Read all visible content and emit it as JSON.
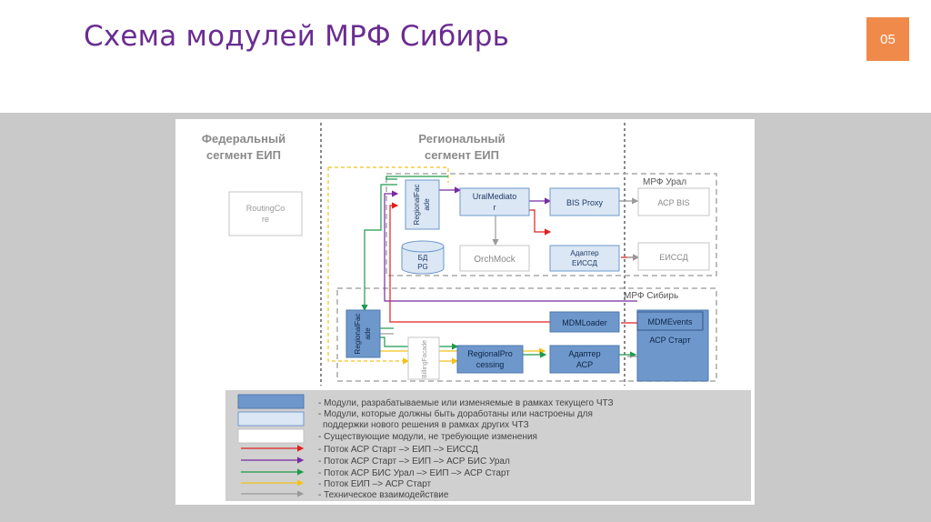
{
  "slide": {
    "title": "Схема модулей МРФ Сибирь",
    "page_number": "05"
  },
  "colors": {
    "title": "#6a2c91",
    "badge": "#f08a4b",
    "band": "#c9c9c9",
    "module_dark": "#6e98cc",
    "module_light": "#dbe7f4",
    "flow_red": "#e02020",
    "flow_purple": "#7a2aa0",
    "flow_green": "#1f9a4c",
    "flow_yellow": "#f2c21a",
    "flow_gray": "#9a9a9a"
  },
  "segments": {
    "federal": [
      "Федеральный",
      "сегмент ЕИП"
    ],
    "regional": [
      "Региональный",
      "сегмент ЕИП"
    ],
    "mrf_ural": "МРФ Урал",
    "mrf_siberia": "МРФ Сибирь"
  },
  "modules": {
    "routing_core": [
      "RoutingCo",
      "re"
    ],
    "regional_facade_top": [
      "RegionalFac",
      "ade"
    ],
    "ural_mediator": [
      "UralMediato",
      "r"
    ],
    "bis_proxy": "BIS Proxy",
    "asr_bis": "АСР BIS",
    "db_pg": [
      "БД",
      "PG"
    ],
    "orch_mock": "OrchMock",
    "adapter_eissd": [
      "Адаптер",
      "ЕИССД"
    ],
    "eissd": "ЕИССД",
    "mdm_loader": "MDMLoader",
    "mdm_events": "MDMEvents",
    "asr_start": "АСР Старт",
    "regional_facade_bottom": [
      "RegionalFac",
      "ade"
    ],
    "billing_facade": "BillingFacade",
    "regional_processing": [
      "RegionalPro",
      "cessing"
    ],
    "adapter_asr": [
      "Адаптер",
      "АСР"
    ]
  },
  "legend": [
    {
      "kind": "box-dark",
      "text": "- Модули, разрабатываемые или изменяемые в рамках текущего ЧТЗ"
    },
    {
      "kind": "box-light",
      "text": "- Модули, которые должны быть доработаны или настроены для",
      "text2": "поддержки нового решения в рамках других ЧТЗ"
    },
    {
      "kind": "box-white",
      "text": "- Существующие модули, не требующие изменения"
    },
    {
      "kind": "arrow",
      "color": "#e02020",
      "text": "- Поток АСР Старт –> ЕИП –>  ЕИССД"
    },
    {
      "kind": "arrow",
      "color": "#7a2aa0",
      "text": "- Поток АСР Старт –> ЕИП –>  АСР БИС Урал"
    },
    {
      "kind": "arrow",
      "color": "#1f9a4c",
      "text": "- Поток АСР БИС Урал –> ЕИП –>  АСР Старт"
    },
    {
      "kind": "arrow",
      "color": "#f2c21a",
      "text": "- Поток ЕИП –>  АСР Старт"
    },
    {
      "kind": "arrow",
      "color": "#9a9a9a",
      "text": "- Техническое взаимодействие"
    }
  ]
}
